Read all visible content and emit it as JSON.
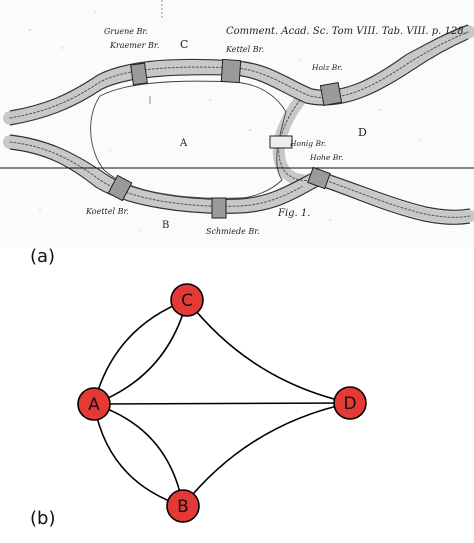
{
  "panel_a": {
    "caption": "(a)",
    "header_note": "Comment. Acad. Sc. Tom VIII. Tab. VIII. p. 128.",
    "region_labels": [
      "C",
      "A",
      "D",
      "B"
    ],
    "bridge_labels": [
      "Gruene Br.",
      "Kraemer Br.",
      "Kettel Br.",
      "Holz Br.",
      "Honig Br.",
      "Hohe Br.",
      "Koettel Br.",
      "Schmiede Br.",
      "Fig. 1."
    ]
  },
  "panel_b": {
    "caption": "(b)",
    "node_color": "#e53935",
    "nodes": [
      {
        "id": "A",
        "label": "A"
      },
      {
        "id": "B",
        "label": "B"
      },
      {
        "id": "C",
        "label": "C"
      },
      {
        "id": "D",
        "label": "D"
      }
    ],
    "edges": [
      [
        "A",
        "C"
      ],
      [
        "A",
        "C"
      ],
      [
        "A",
        "B"
      ],
      [
        "A",
        "B"
      ],
      [
        "A",
        "D"
      ],
      [
        "B",
        "D"
      ],
      [
        "C",
        "D"
      ]
    ]
  }
}
